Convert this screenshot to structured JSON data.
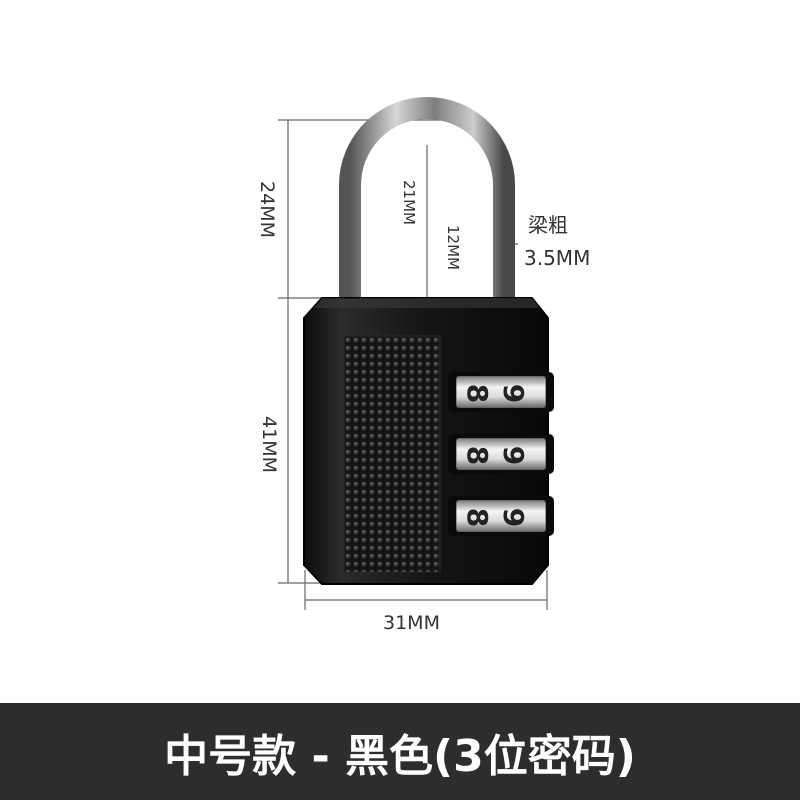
{
  "dimensions": {
    "shackle_height": "24MM",
    "shackle_inner_height": "21MM",
    "shackle_clearance": "12MM",
    "shackle_thickness_label": "梁粗",
    "shackle_thickness_value": "3.5MM",
    "body_height": "41MM",
    "body_width": "31MM"
  },
  "dials": [
    {
      "digits": [
        "8",
        "9"
      ]
    },
    {
      "digits": [
        "8",
        "9"
      ]
    },
    {
      "digits": [
        "8",
        "9"
      ]
    }
  ],
  "caption": "中号款 - 黑色(3位密码)"
}
